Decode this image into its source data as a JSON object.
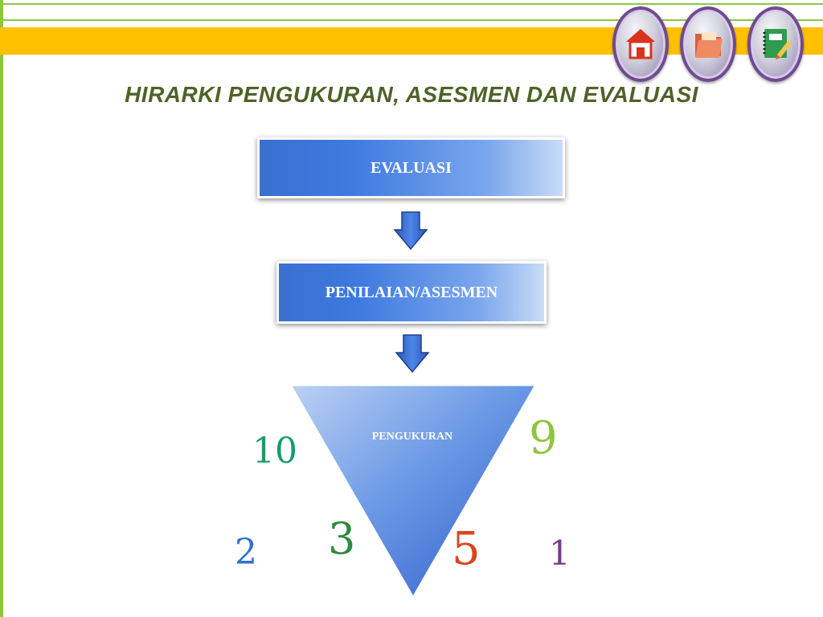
{
  "header": {
    "title": "HIRARKI PENGUKURAN, ASESMEN DAN EVALUASI"
  },
  "nav": [
    {
      "icon": "home-icon"
    },
    {
      "icon": "folder-icon"
    },
    {
      "icon": "notebook-icon"
    }
  ],
  "diagram": {
    "levels": [
      {
        "label": "EVALUASI"
      },
      {
        "label": "PENILAIAN/ASESMEN"
      },
      {
        "label": "PENGUKURAN"
      }
    ],
    "numbers": [
      "10",
      "9",
      "3",
      "2",
      "5",
      "1"
    ]
  },
  "colors": {
    "accent_band": "#ffc000",
    "rule_green": "#8dc63f",
    "title": "#4f6228",
    "box_blue": "#3f7ae0"
  }
}
